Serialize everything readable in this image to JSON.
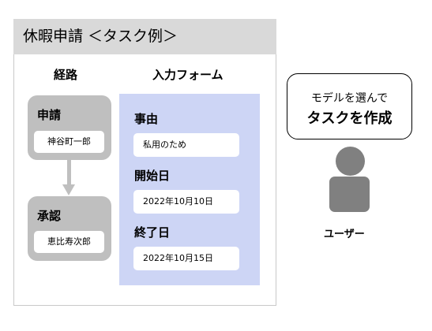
{
  "title": "休暇申請 ＜タスク例＞",
  "route": {
    "heading": "経路",
    "steps": [
      {
        "title": "申請",
        "person": "神谷町一郎"
      },
      {
        "title": "承認",
        "person": "恵比寿次郎"
      }
    ]
  },
  "form": {
    "heading": "入力フォーム",
    "fields": [
      {
        "label": "事由",
        "value": "私用のため"
      },
      {
        "label": "開始日",
        "value": "2022年10月10日"
      },
      {
        "label": "終了日",
        "value": "2022年10月15日"
      }
    ]
  },
  "speech": {
    "line1": "モデルを選んで",
    "line2": "タスクを作成"
  },
  "user": {
    "label": "ユーザー"
  },
  "colors": {
    "title_bar": "#d9d9d9",
    "step_box": "#bfbfbf",
    "form_panel": "#cdd5f5",
    "user_figure": "#808080"
  }
}
